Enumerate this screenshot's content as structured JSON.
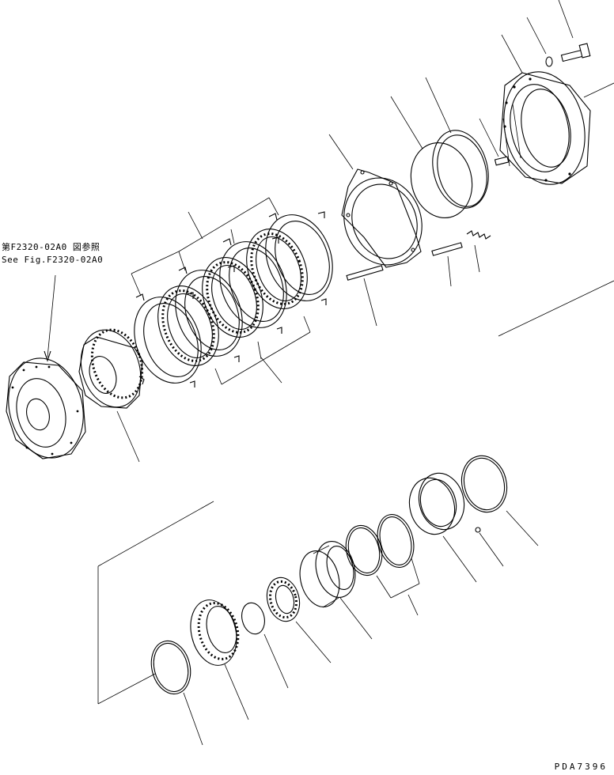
{
  "reference": {
    "japanese": "第F2320-02A0 図参照",
    "english": "See Fig.F2320-02A0"
  },
  "drawing_code": "PDA7396"
}
